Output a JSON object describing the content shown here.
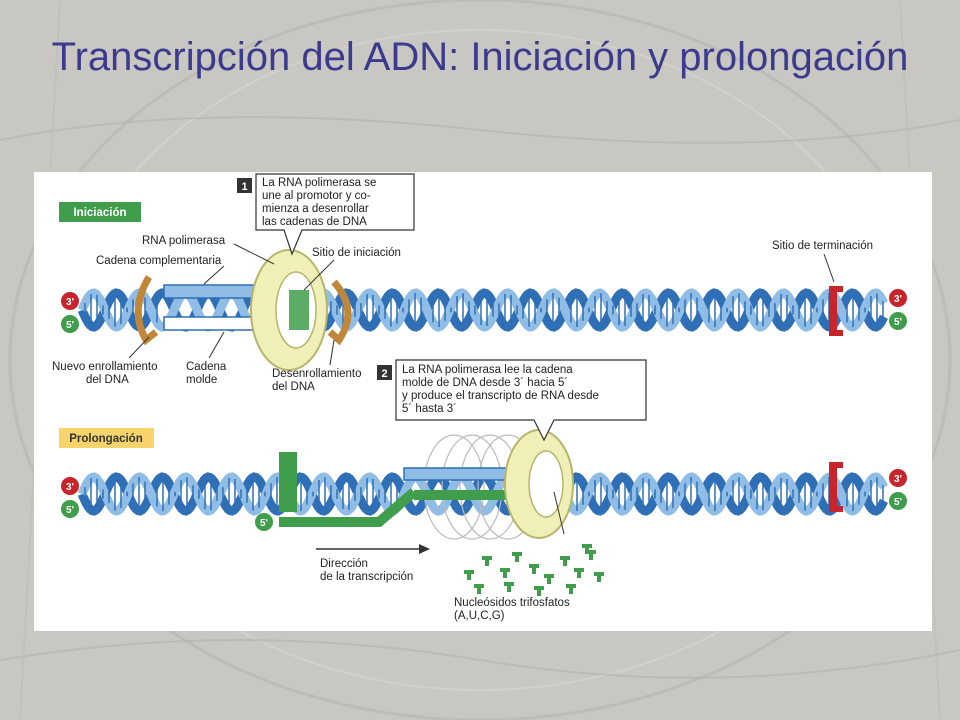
{
  "title": "Transcripción del ADN: Iniciación y prolongación",
  "sections": {
    "initiation": "Iniciación",
    "elongation": "Prolongación"
  },
  "strand_ends": {
    "three": "3'",
    "five": "5'"
  },
  "callouts": {
    "step1": {
      "number": "1",
      "lines": [
        "La RNA polimerasa se",
        "une al promotor y co-",
        "mienza a desenrollar",
        "las cadenas de DNA"
      ]
    },
    "step2": {
      "number": "2",
      "lines": [
        "La RNA polimerasa lee la cadena",
        "molde de DNA desde 3´ hacia 5´",
        "y produce el transcripto de RNA desde",
        "5´ hasta 3´"
      ]
    }
  },
  "labels": {
    "rna_polymerase": "RNA polimerasa",
    "complementary_strand": "Cadena complementaria",
    "initiation_site": "Sitio de iniciación",
    "termination_site": "Sitio de terminación",
    "rewinding": [
      "Nuevo enrollamiento",
      "del DNA"
    ],
    "template_strand": [
      "Cadena",
      "molde"
    ],
    "unwinding": [
      "Desenrollamiento",
      "del DNA"
    ],
    "direction": [
      "Dirección",
      "de la transcripción"
    ],
    "nucleosides": [
      "Nucleósidos trifosfatos",
      "(A,U,C,G)"
    ]
  },
  "colors": {
    "title": "#3b3a8f",
    "dna_dark": "#2f6fb6",
    "dna_light": "#8fbde6",
    "green": "#3f9d4b",
    "red_marker": "#c8242c",
    "enzyme": "#f0efb8",
    "initiation_tag_text": "#ffffff",
    "elongation_tag_bg": "#f6d36b"
  }
}
